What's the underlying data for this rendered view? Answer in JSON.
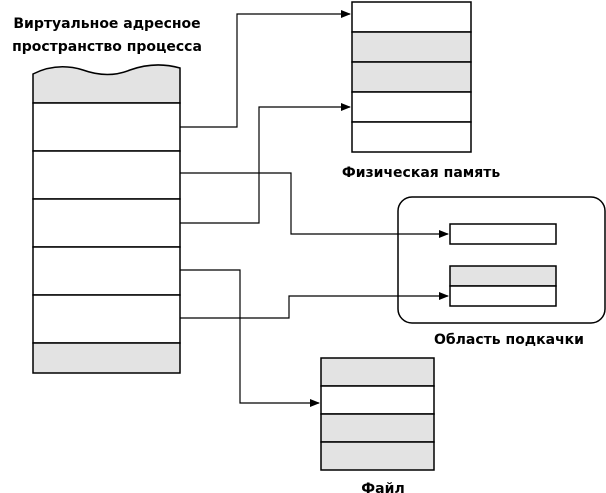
{
  "labels": {
    "virtual_line1": "Виртуальное адресное",
    "virtual_line2": "пространство процесса",
    "physical": "Физическая память",
    "swap": "Область подкачки",
    "file": "Файл"
  },
  "colors": {
    "shaded": "#e3e3e3",
    "empty": "#ffffff",
    "stroke": "#000000"
  }
}
